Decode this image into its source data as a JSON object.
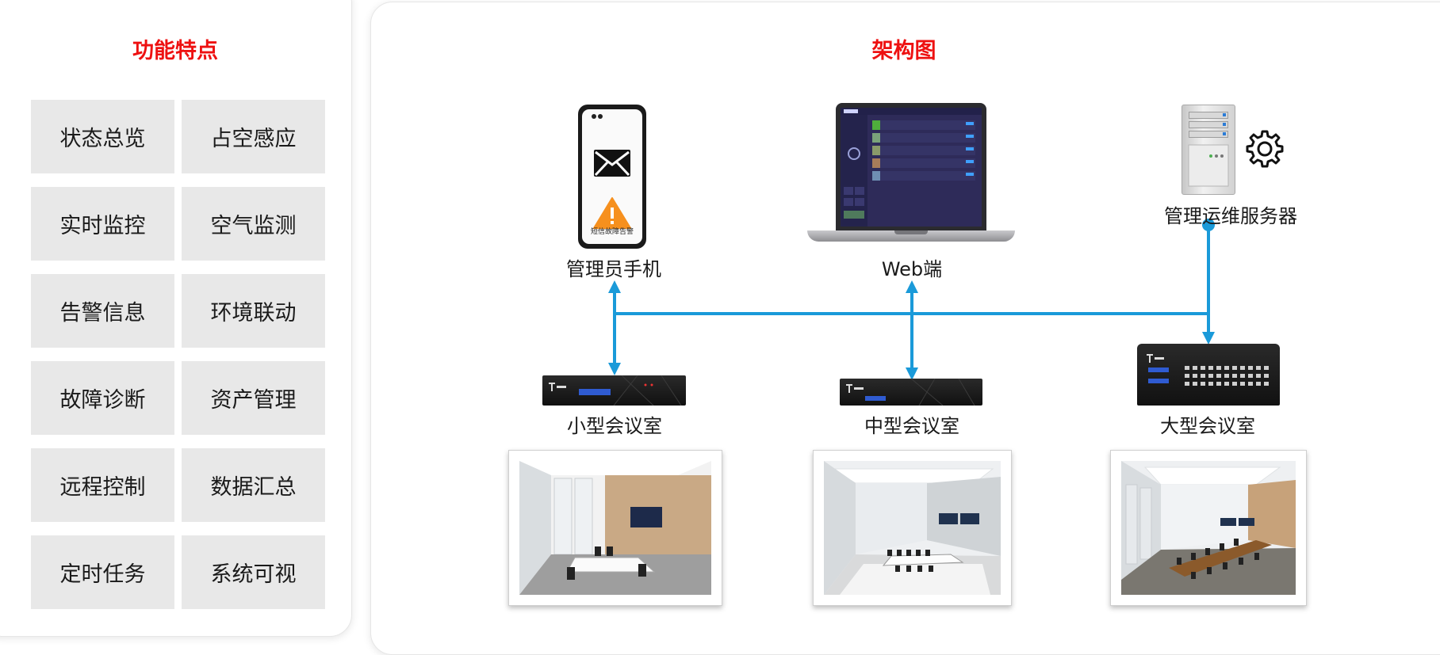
{
  "features": {
    "title": "功能特点",
    "items": [
      "状态总览",
      "占空感应",
      "实时监控",
      "空气监测",
      "告警信息",
      "环境联动",
      "故障诊断",
      "资产管理",
      "远程控制",
      "数据汇总",
      "定时任务",
      "系统可视"
    ]
  },
  "architecture": {
    "title": "架构图",
    "phone_label": "管理员手机",
    "phone_sms_text": "短信故障告警",
    "web_label": "Web端",
    "server_label": "管理运维服务器",
    "small_room_label": "小型会议室",
    "medium_room_label": "中型会议室",
    "large_room_label": "大型会议室"
  },
  "colors": {
    "title_red": "#ee1111",
    "link_blue": "#1a9ad9",
    "feature_tile": "#e8e8e8",
    "warning_orange": "#f6901e"
  },
  "icons": [
    "mail-icon",
    "warning-icon",
    "gear-icon"
  ]
}
